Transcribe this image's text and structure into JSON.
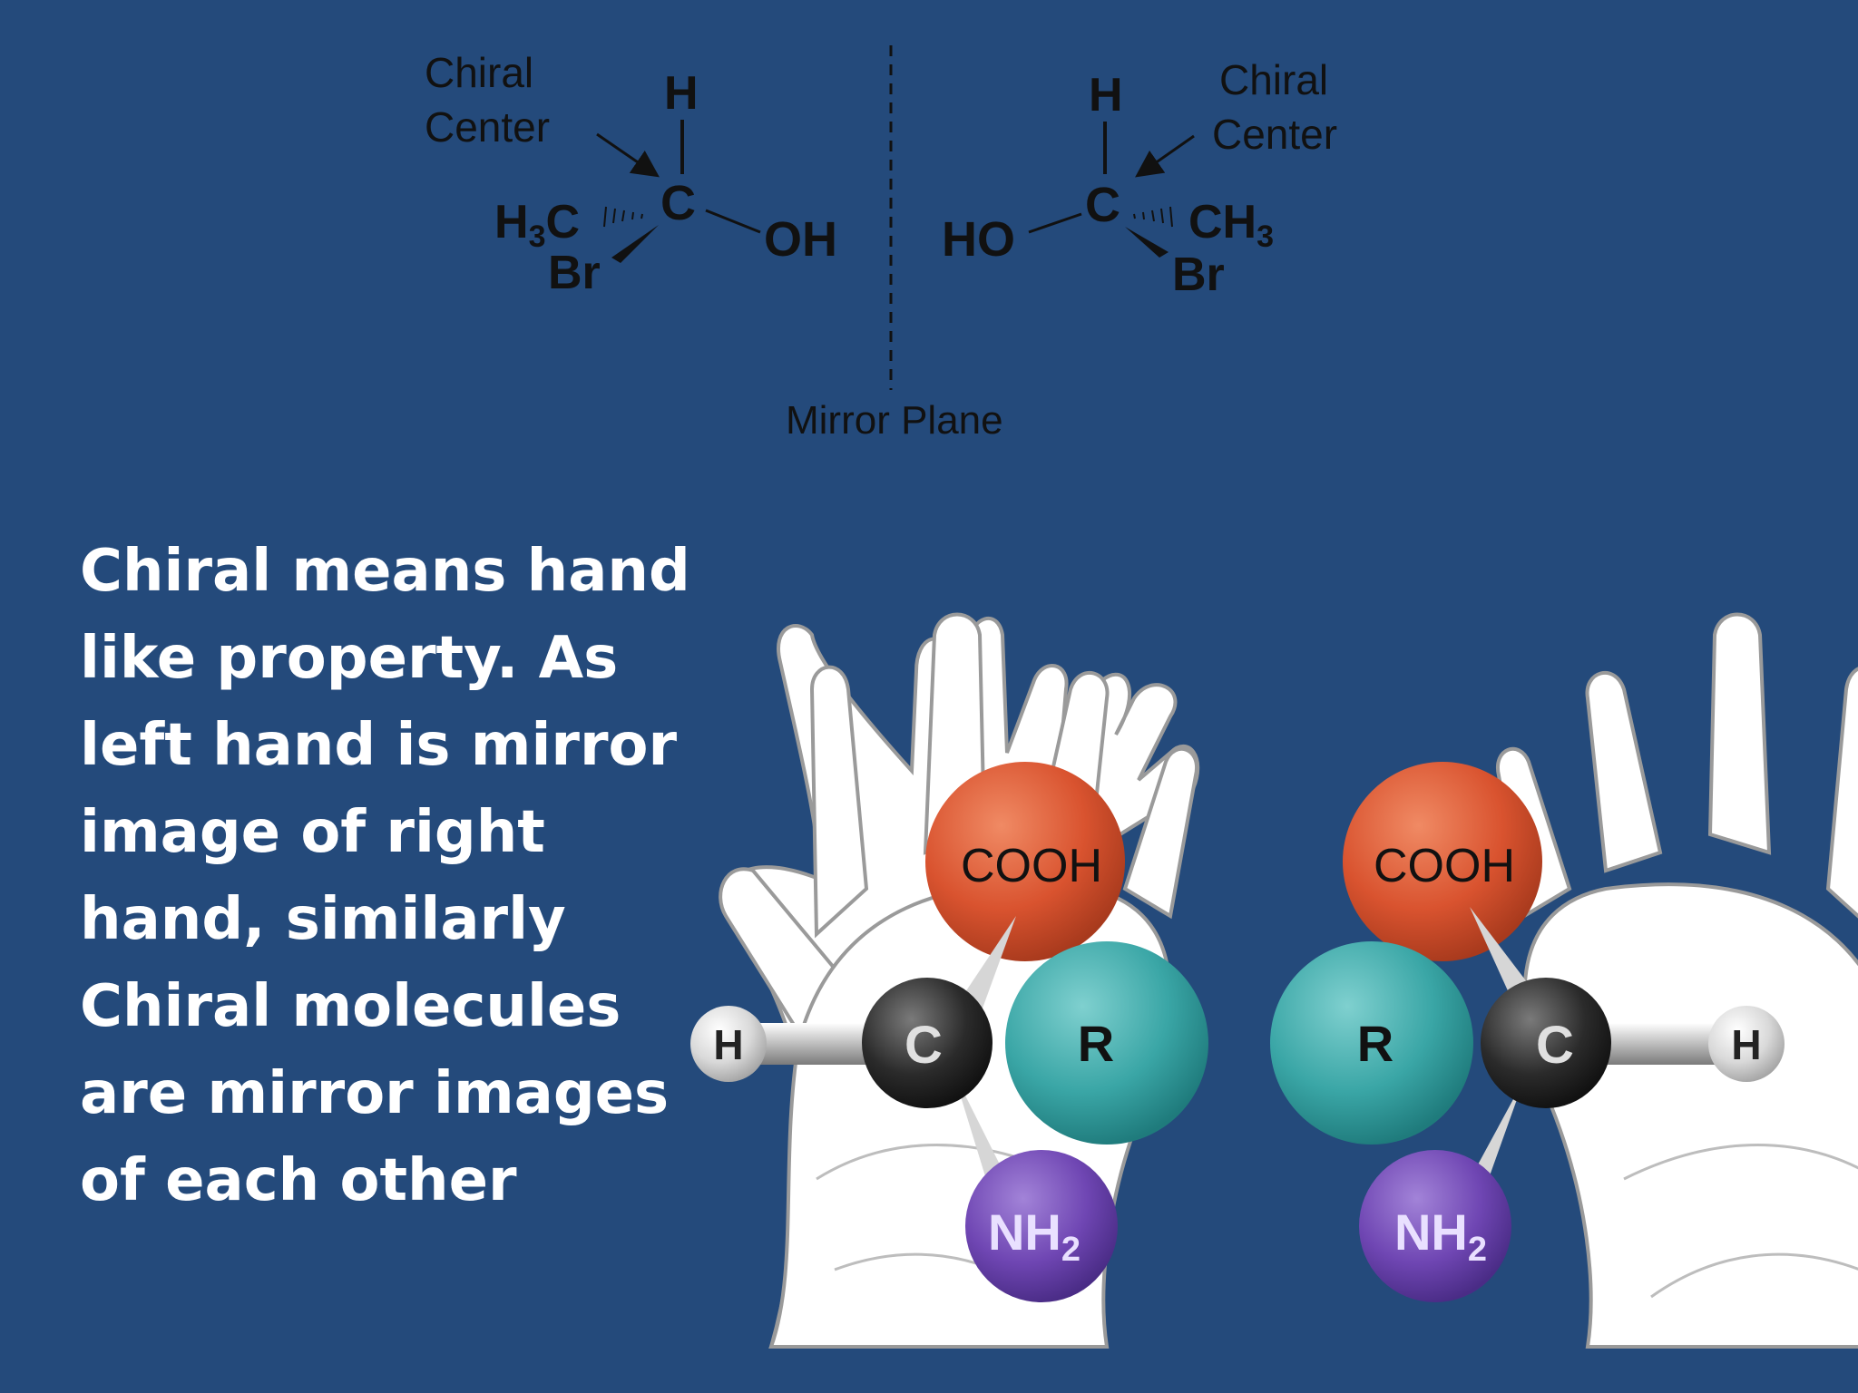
{
  "diagram": {
    "left_molecule": {
      "label_line1": "Chiral",
      "label_line2": "Center",
      "top_atom": "H",
      "center_atom": "C",
      "left_group_main": "H",
      "left_group_sub": "3",
      "left_group_tail": "C",
      "bottom_group": "Br",
      "right_group": "OH"
    },
    "right_molecule": {
      "label_line1": "Chiral",
      "label_line2": "Center",
      "top_atom": "H",
      "center_atom": "C",
      "right_group_main": "CH",
      "right_group_sub": "3",
      "bottom_group": "Br",
      "left_group": "HO"
    },
    "mirror_label": "Mirror Plane"
  },
  "text": {
    "lines": [
      "Chiral means hand",
      "like property. As",
      "left hand is mirror",
      "image of right",
      "hand, similarly",
      "Chiral molecules",
      "are mirror images",
      "of each other"
    ]
  },
  "hands": {
    "left": {
      "top_ball": "COOH",
      "center_ball": "C",
      "side_ball": "R",
      "bottom_ball_main": "NH",
      "bottom_ball_sub": "2",
      "end_ball": "H"
    },
    "right": {
      "top_ball": "COOH",
      "center_ball": "C",
      "side_ball": "R",
      "bottom_ball_main": "NH",
      "bottom_ball_sub": "2",
      "end_ball": "H"
    }
  },
  "colors": {
    "background": "#244a7b",
    "cooh": "#d9532f",
    "r_group": "#3aa6a6",
    "nh2": "#6f46b3",
    "carbon": "#2b2b2b",
    "hydrogen": "#d9d9d9"
  }
}
